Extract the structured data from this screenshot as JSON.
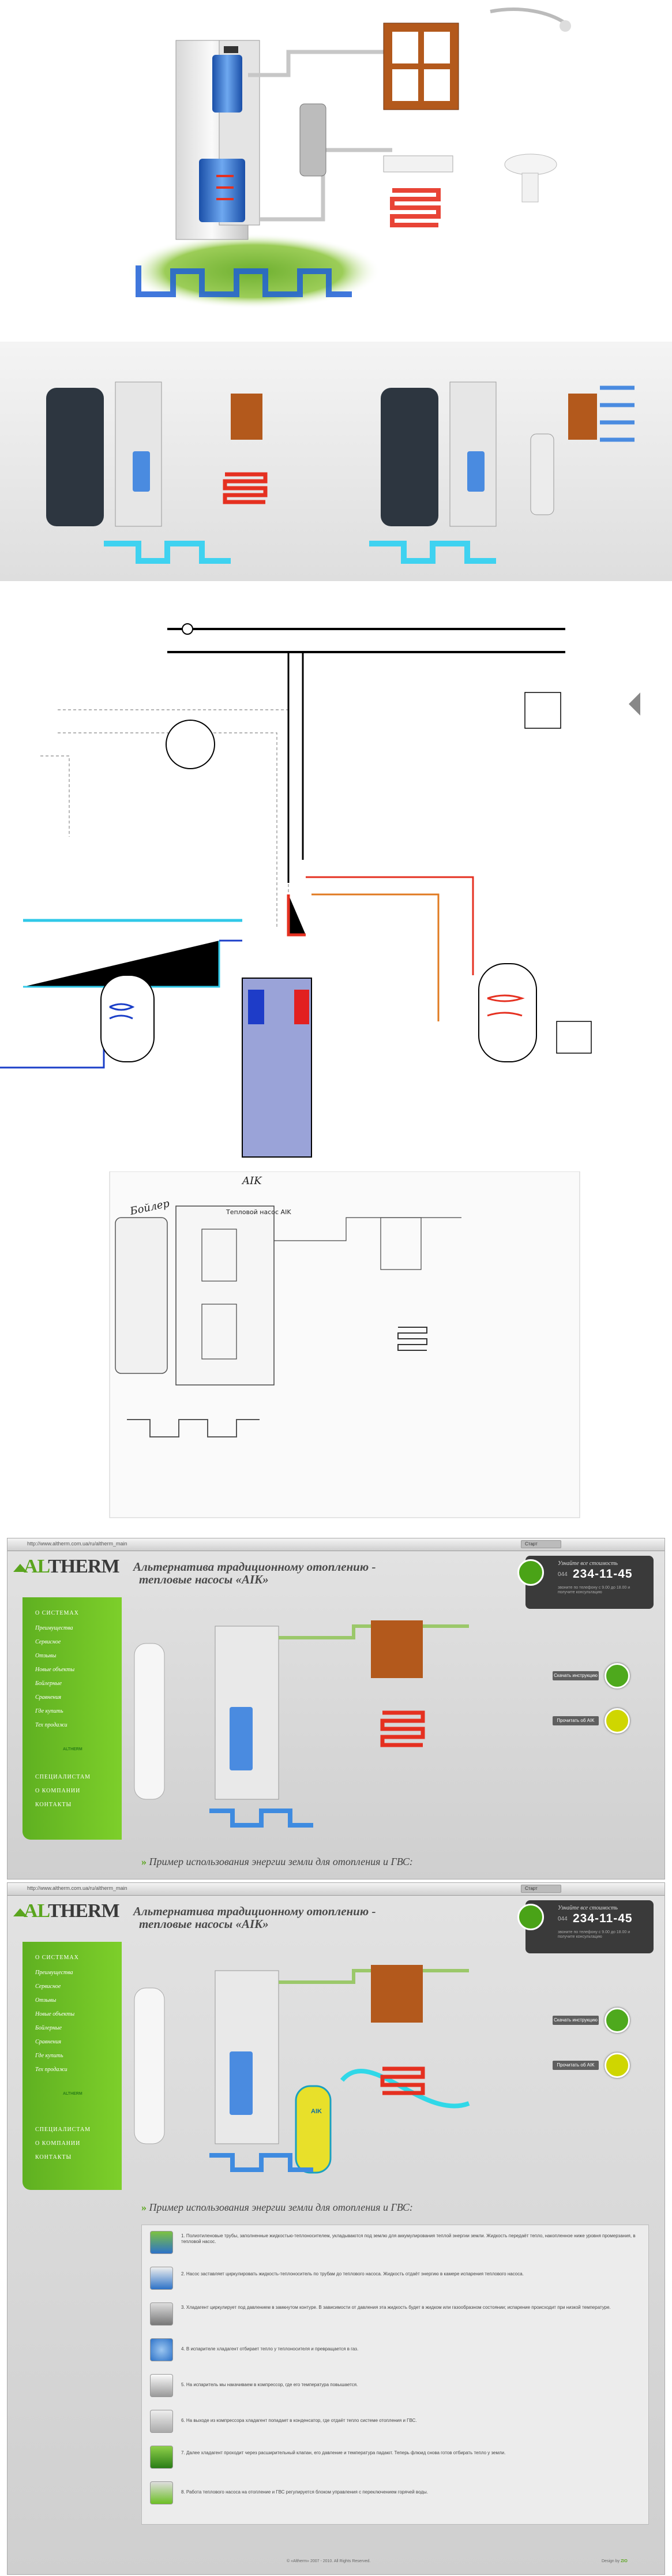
{
  "sketch": {
    "boiler_label": "Бойлер",
    "brand_label": "AIK",
    "heat_pump_label": "Тепловой насос AIK"
  },
  "site": {
    "url": "http://www.altherm.com.ua/ru/altherm_main",
    "button_label": "Старт",
    "logo_prefix": "AL",
    "logo_suffix": "THERM",
    "headline_line1": "Альтернатива традиционному отоплению -",
    "headline_line2": "тепловые насосы «AIK»",
    "phone_caption": "Узнайте все стоимость",
    "phone_code": "044",
    "phone_number": "234-11-45",
    "phone_note": "звоните по телефону с 9.00 до 18.00 и получите консультацию",
    "menu_header": "О СИСТЕМАХ",
    "menu_items": [
      "Преимущества",
      "Сервисное",
      "Отзывы",
      "Новые объекты",
      "Бойлерные",
      "Сравнения",
      "Где купить",
      "Тех продажи"
    ],
    "menu_footer": [
      "СПЕЦИАЛИСТАМ",
      "О КОМПАНИИ",
      "КОНТАКТЫ"
    ],
    "ctrl1_label": "Скачать инструкцию",
    "ctrl2_label": "Прочитать об AIK",
    "boiler_brand": "ALTHERM",
    "section_title": "Пример использования энергии земли для отопления и ГВС:",
    "tank_label": "AIK",
    "footer_left": "© «Altherm» 2007 - 2010. All Rights Reserved.",
    "footer_right": "Design by",
    "footer_designer": "ZIO"
  },
  "steps": [
    "1. Полиэтиленовые трубы, заполненные жидкостью-теплоносителем, укладываются под землю для аккумулирования теплой энергии земли. Жидкость передаёт тепло, накопленное ниже уровня промерзания, в тепловой насос.",
    "2. Насос заставляет циркулировать жидкость-теплоноситель по трубам до теплового насоса. Жидкость отдаёт энергию в камере испарения теплового насоса.",
    "3. Хладагент циркулирует под давлением в замкнутом контуре. В зависимости от давления эта жидкость будет в жидком или газообразном состоянии; испарение происходит при низкой температуре.",
    "4. В испарителе хладагент отбирает тепло у теплоносителя и превращается в газ.",
    "5. На испаритель мы накачиваем в компрессор, где его температура повышается.",
    "6. На выходе из компрессора хладагент попадает в конденсатор, где отдаёт тепло системе отопления и ГВС.",
    "7. Далее хладагент проходит через расширительный клапан, его давление и температура падают. Теперь флюид снова готов отбирать тепло у земли.",
    "8. Работа теплового насоса на отопление и ГВС регулируется блоком управления с переключением горячей воды."
  ],
  "colors": {
    "green": "#5aa51e",
    "hot": "#e53020",
    "cold": "#2060c8",
    "cyan": "#30c8e8",
    "menu": "#6cbf24"
  },
  "icons": [
    "house-logo-icon",
    "phone-icon",
    "download-icon",
    "info-icon",
    "step-icon"
  ]
}
